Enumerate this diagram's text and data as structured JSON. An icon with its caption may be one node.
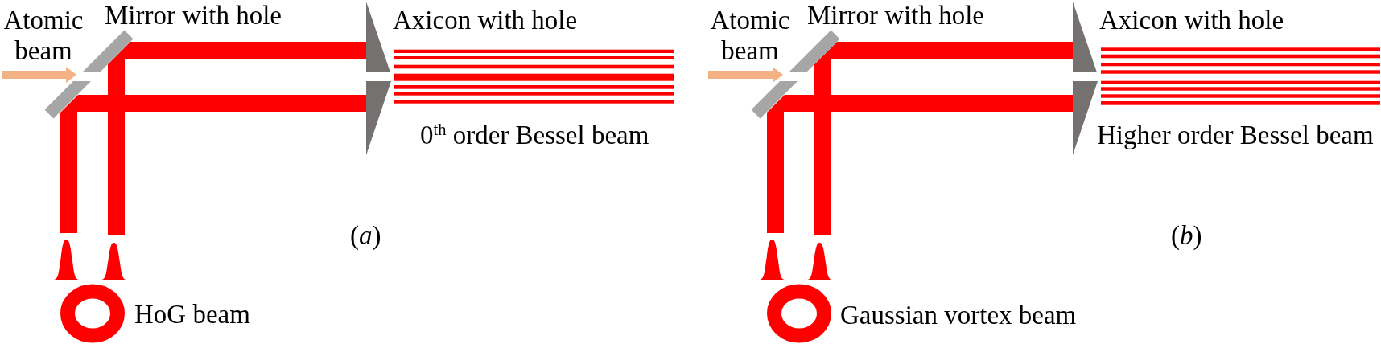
{
  "diagram": {
    "labels": [
      "Atomic beam",
      "Mirror with hole",
      "Axicon with hole",
      "0$^{th}$ order Bessel beam",
      "(*a*)",
      "HoG beam",
      "Atomic beam",
      "Mirror with hole",
      "Axicon with hole",
      "Higher order Bessel beam",
      "(*b*)",
      "Gaussian vortex beam"
    ]
  }
}
